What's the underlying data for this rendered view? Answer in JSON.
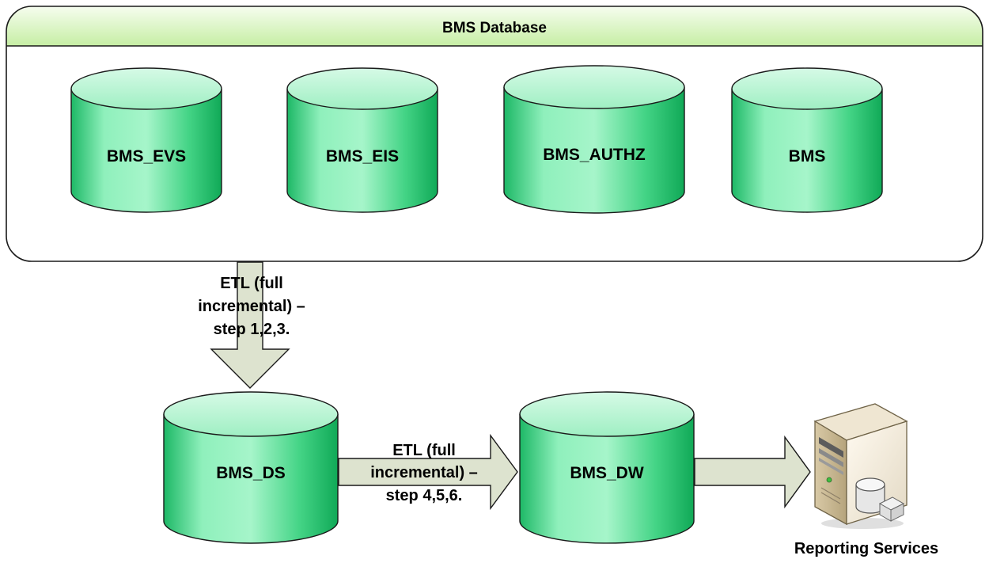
{
  "container": {
    "title": "BMS Database"
  },
  "databases": {
    "evs": "BMS_EVS",
    "eis": "BMS_EIS",
    "authz": "BMS_AUTHZ",
    "bms": "BMS",
    "ds": "BMS_DS",
    "dw": "BMS_DW"
  },
  "etl_down": {
    "line1": "ETL (full",
    "line2": "incremental) –",
    "line3": "step 1,2,3."
  },
  "etl_right": {
    "line1": "ETL (full",
    "line2": "incremental) –",
    "line3": "step 4,5,6."
  },
  "server": {
    "label": "Reporting Services",
    "icon": "server-database-icon"
  },
  "colors": {
    "cylinder_light": "#c9f7dc",
    "cylinder_mid": "#5fe29a",
    "cylinder_dark": "#13b05b",
    "outline": "#1a1a1a",
    "arrow_fill": "#dde3cf",
    "header_light": "#f3fde9",
    "header_dark": "#c8f0a6"
  }
}
